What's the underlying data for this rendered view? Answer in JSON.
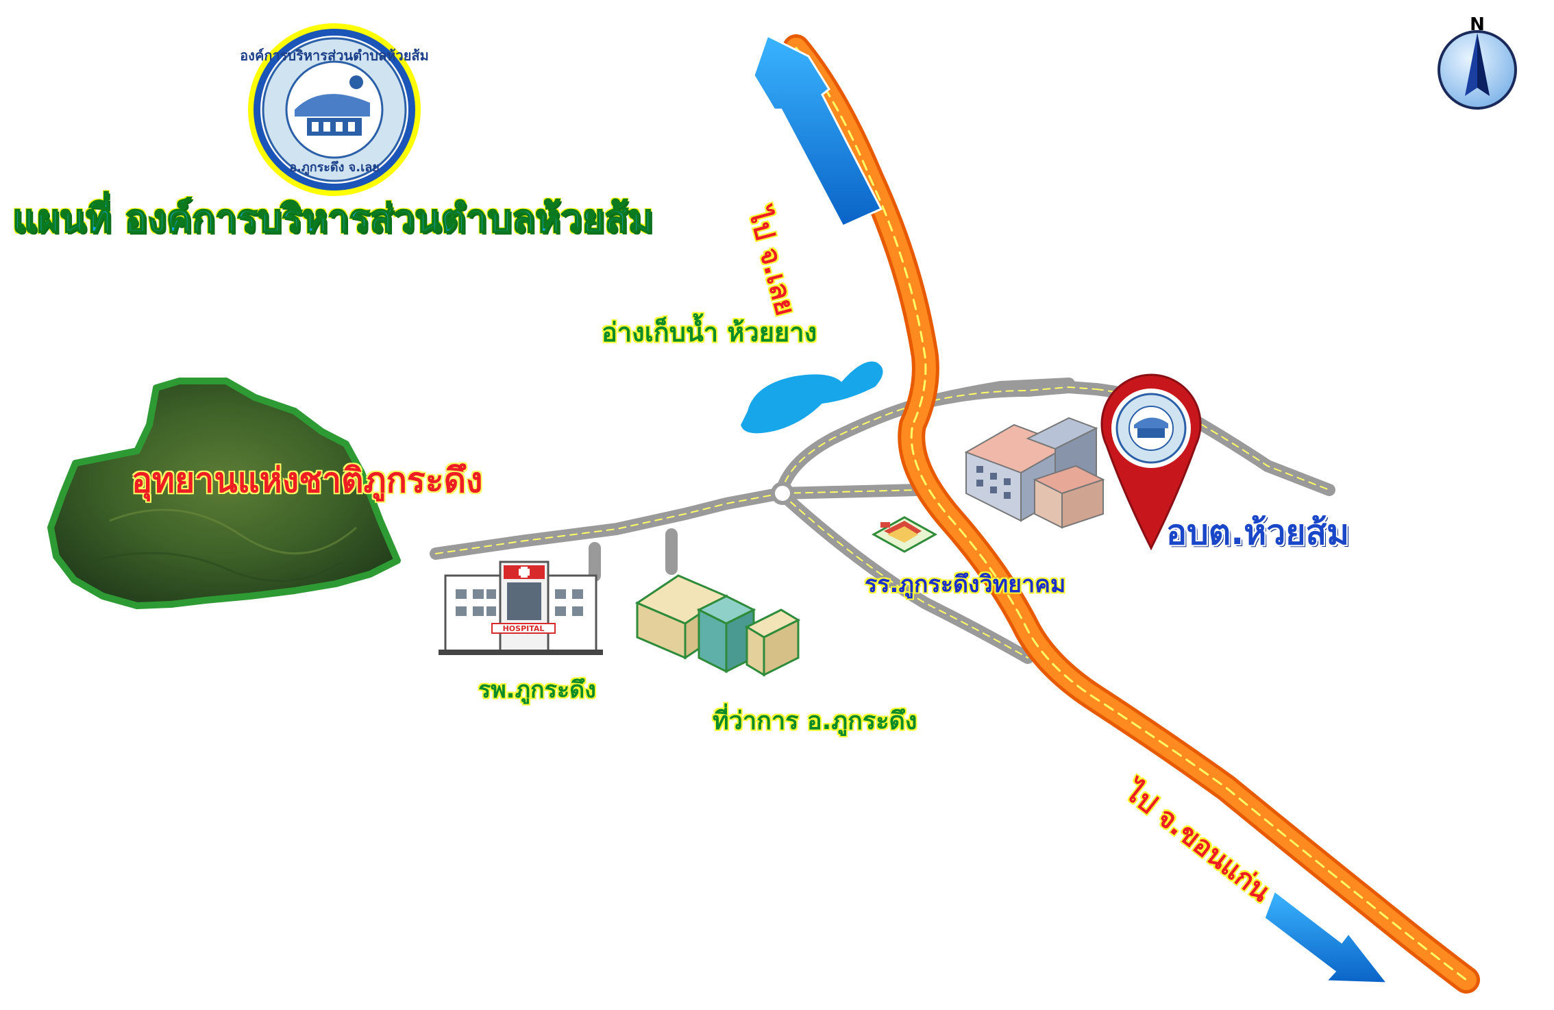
{
  "title": "แผนที่ องค์การบริหารส่วนตำบลห้วยส้ม",
  "logo_ring_text": "องค์การบริหารส่วนตำบลห้วยส้ม",
  "logo_bottom_text": "อ.ภูกระดึง  จ.เลย",
  "compass_letter": "N",
  "labels": {
    "park": "อุทยานแห่งชาติภูกระดึง",
    "reservoir": "อ่างเก็บน้ำ  ห้วยยาง",
    "hospital": "รพ.ภูกระดึง",
    "district_office": "ที่ว่าการ อ.ภูกระดึง",
    "school": "รร.ภูกระดึงวิทยาคม",
    "sao_office": "อบต.ห้วยส้ม",
    "to_loei": "ไป จ.เลย",
    "to_khonkaen": "ไป จ.ขอนแก่น"
  },
  "hospital_sign": "HOSPITAL",
  "colors": {
    "highway": "#ff7a12",
    "road": "#9a9a9a",
    "water": "#17a6ea",
    "park_fill": "#3f6b2a",
    "park_border": "#2e9a33",
    "pin": "#c8161d",
    "arrow": "#1d8fe0"
  },
  "icons": [
    "logo-seal-icon",
    "compass-icon",
    "map-pin-icon",
    "hospital-building-icon",
    "district-office-icon",
    "school-icon",
    "sao-building-icon",
    "direction-arrow-icon"
  ]
}
